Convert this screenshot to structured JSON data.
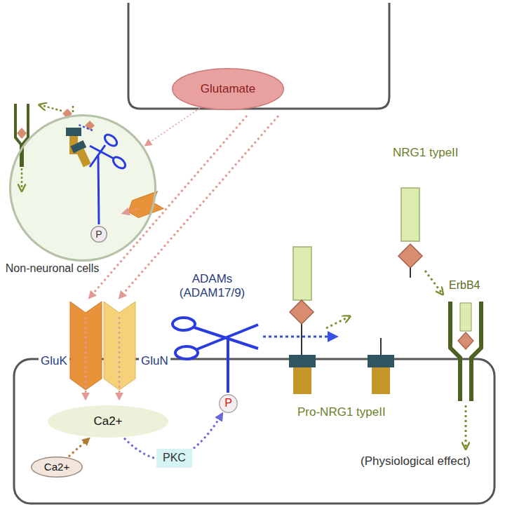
{
  "diagram": {
    "nodes": [
      {
        "text": [
          "Glutamate"
        ]
      },
      {
        "text": [
          "Non-neuronal cells"
        ]
      },
      {
        "text": [
          "P"
        ],
        "in": 1
      },
      {
        "text": [
          "P"
        ]
      },
      {
        "text": [
          "Ca2+"
        ]
      },
      {
        "text": [
          "Ca2+"
        ]
      }
    ],
    "edges": [
      {
        "from": 0,
        "to": 1,
        "arrow": "to"
      },
      {
        "from": 5,
        "to": 4,
        "arrow": "to"
      },
      {
        "from": 4,
        "to": 3,
        "arrow": "to",
        "label": "PKC"
      }
    ],
    "labels": [
      "NRG1 typeII",
      "ADAMs (ADAM17/9)",
      "ErbB4",
      "GluK",
      "GluN",
      "Pro-NRG1 typeII",
      "(Physiological effect)"
    ]
  }
}
